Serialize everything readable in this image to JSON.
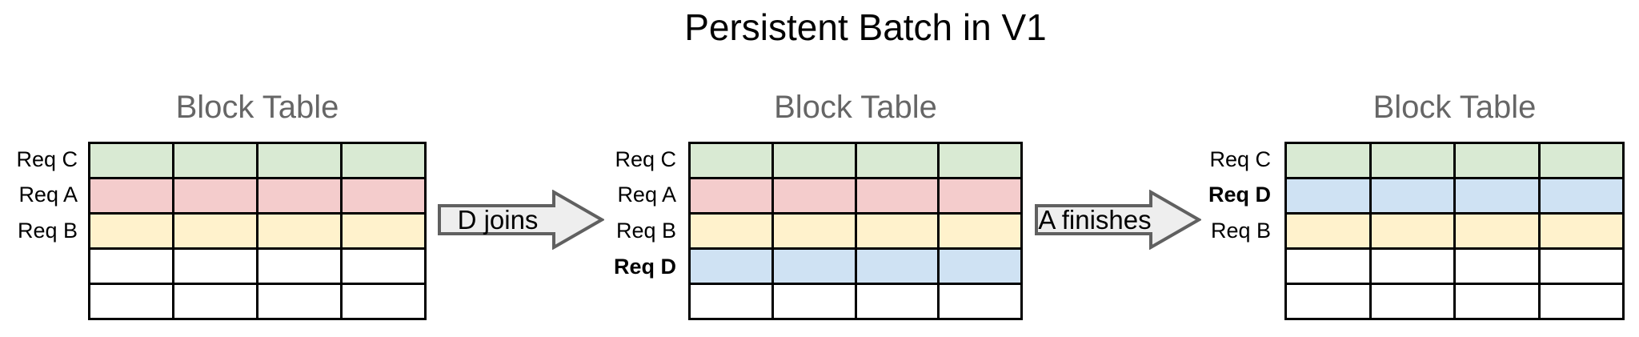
{
  "title": "Persistent Batch in V1",
  "colors": {
    "page_bg": "#ffffff",
    "title_text": "#000000",
    "panel_title_text": "#666666",
    "table_border": "#000000",
    "cell_white": "#ffffff",
    "req_c_green": "#d9ead3",
    "req_a_red": "#f4cccc",
    "req_b_yellow": "#fff2cc",
    "req_d_blue": "#cfe2f3",
    "arrow_fill": "#eeeeee",
    "arrow_border": "#606060"
  },
  "panels": [
    {
      "title": "Block Table",
      "columns": 4,
      "rows": [
        {
          "label": "Req C",
          "weight": "normal",
          "color": "#d9ead3"
        },
        {
          "label": "Req A",
          "weight": "normal",
          "color": "#f4cccc"
        },
        {
          "label": "Req B",
          "weight": "normal",
          "color": "#fff2cc"
        },
        {
          "label": "",
          "weight": "normal",
          "color": "#ffffff"
        },
        {
          "label": "",
          "weight": "normal",
          "color": "#ffffff"
        }
      ]
    },
    {
      "title": "Block Table",
      "columns": 4,
      "rows": [
        {
          "label": "Req C",
          "weight": "normal",
          "color": "#d9ead3"
        },
        {
          "label": "Req A",
          "weight": "normal",
          "color": "#f4cccc"
        },
        {
          "label": "Req B",
          "weight": "normal",
          "color": "#fff2cc"
        },
        {
          "label": "Req D",
          "weight": "bold",
          "color": "#cfe2f3"
        },
        {
          "label": "",
          "weight": "normal",
          "color": "#ffffff"
        }
      ]
    },
    {
      "title": "Block Table",
      "columns": 4,
      "rows": [
        {
          "label": "Req C",
          "weight": "normal",
          "color": "#d9ead3"
        },
        {
          "label": "Req D",
          "weight": "bold",
          "color": "#cfe2f3"
        },
        {
          "label": "Req B",
          "weight": "normal",
          "color": "#fff2cc"
        },
        {
          "label": "",
          "weight": "normal",
          "color": "#ffffff"
        },
        {
          "label": "",
          "weight": "normal",
          "color": "#ffffff"
        }
      ]
    }
  ],
  "arrows": [
    {
      "label": "D joins"
    },
    {
      "label": "A finishes"
    }
  ]
}
